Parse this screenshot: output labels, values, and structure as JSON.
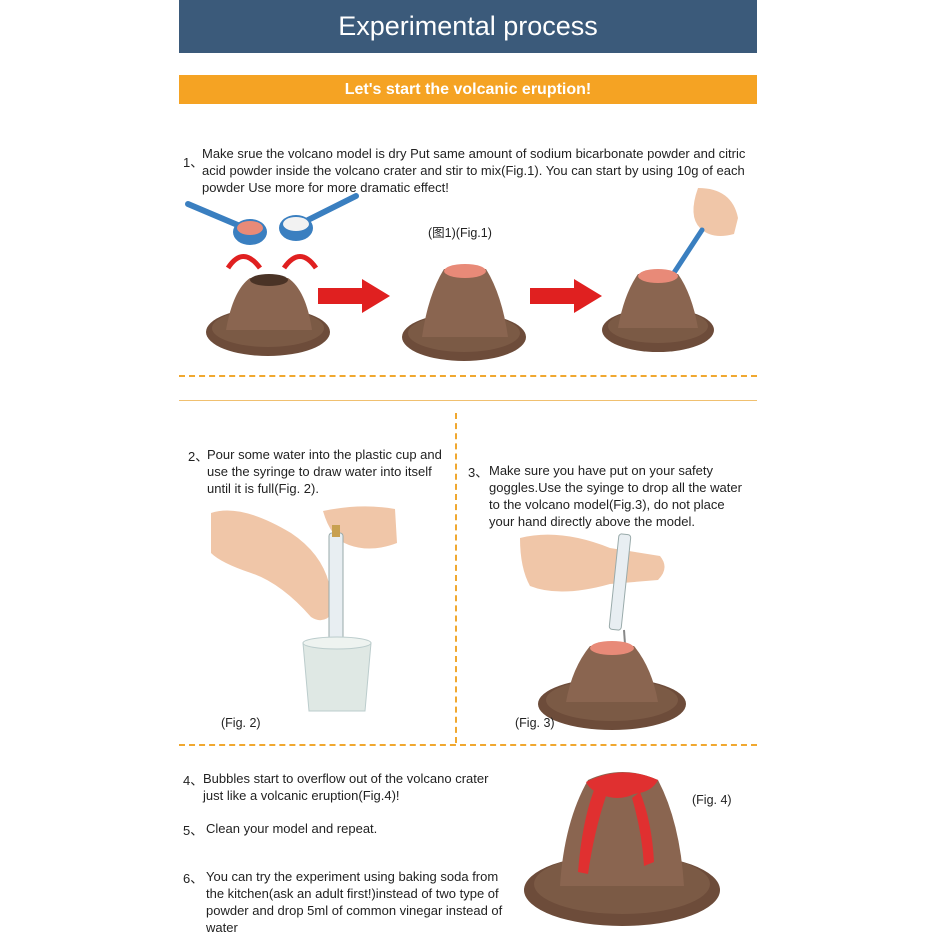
{
  "header": {
    "title": "Experimental process"
  },
  "banner": {
    "text": "Let's start the volcanic eruption!"
  },
  "steps": [
    {
      "number": "1、",
      "text": "Make srue the volcano model is dry  Put same amount of sodium bicarbonate powder and citric acid powder inside the volcano crater and stir to mix(Fig.1). You can start by using 10g of each powder  Use more for more dramatic effect!"
    },
    {
      "number": "2、",
      "text": "Pour some water into the plastic cup and use the syringe to draw water into itself until it is full(Fig. 2)."
    },
    {
      "number": "3、",
      "text": "Make sure you have put on your safety goggles.Use the syinge to drop all the water to the volcano model(Fig.3), do not place your hand directly above the model."
    },
    {
      "number": "4、",
      "text": "Bubbles start to overflow out of the volcano crater just like a volcanic eruption(Fig.4)!"
    },
    {
      "number": "5、",
      "text": "Clean your model and repeat."
    },
    {
      "number": "6、",
      "text": "You can try the experiment using baking soda from the kitchen(ask an adult first!)instead of two type of powder and drop 5ml of common vinegar instead of water"
    }
  ],
  "captions": {
    "fig1": "(图1)(Fig.1)",
    "fig2": "(Fig. 2)",
    "fig3": "(Fig. 3)",
    "fig4": "(Fig. 4)"
  },
  "colors": {
    "header_bg": "#3b5a7a",
    "banner_bg": "#f5a323",
    "divider": "#f0a830",
    "volcano": "#7b5a45",
    "arrow": "#e02020",
    "lava": "#e03030"
  }
}
